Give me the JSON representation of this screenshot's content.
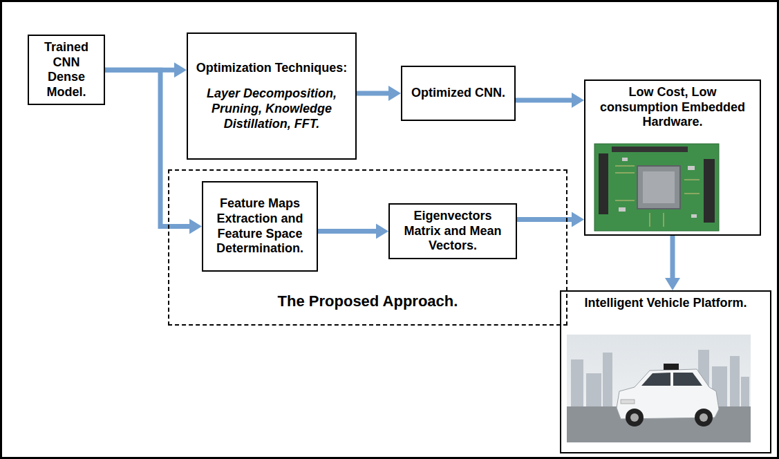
{
  "diagram": {
    "nodes": [
      {
        "text": [
          "Trained CNN Dense Model."
        ]
      },
      {
        "text": [
          "Optimization Techniques:",
          "Layer Decomposition, Pruning, Knowledge Distillation, FFT."
        ]
      },
      {
        "text": [
          "Optimized CNN."
        ]
      },
      {
        "text": [
          "Low Cost, Low consumption Embedded Hardware."
        ]
      },
      {
        "text": [
          "The Proposed Approach."
        ]
      },
      {
        "text": [
          "Feature Maps Extraction and Feature Space Determination."
        ],
        "in": 4
      },
      {
        "text": [
          "Eigenvectors Matrix and Mean Vectors."
        ],
        "in": 4
      },
      {
        "text": [
          "Intelligent Vehicle Platform."
        ]
      }
    ],
    "edges": [
      {
        "from": 0,
        "to": 1,
        "arrow": "to"
      },
      {
        "from": 0,
        "to": 5,
        "arrow": "to"
      },
      {
        "from": 1,
        "to": 2,
        "arrow": "to"
      },
      {
        "from": 2,
        "to": 3,
        "arrow": "to"
      },
      {
        "from": 5,
        "to": 6,
        "arrow": "to"
      },
      {
        "from": 6,
        "to": 3,
        "arrow": "to"
      },
      {
        "from": 3,
        "to": 7,
        "arrow": "to"
      }
    ]
  }
}
